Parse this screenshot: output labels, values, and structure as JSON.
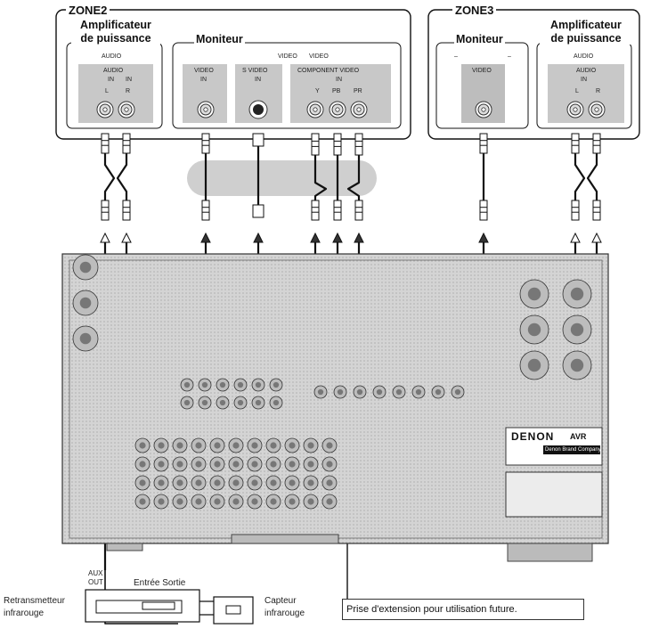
{
  "zone2": {
    "title": "ZONE2",
    "amp_title_1": "Amplificateur",
    "amp_title_2": "de puissance",
    "amp_audio_header": "AUDIO",
    "amp_audio_label": "AUDIO",
    "amp_in_1": "IN",
    "amp_in_2": "IN",
    "amp_l": "L",
    "amp_r": "R",
    "monitor_title": "Moniteur",
    "monitor_video_header": "VIDEO",
    "monitor_video_header2": "VIDEO",
    "video_label": "VIDEO",
    "video_in": "IN",
    "svideo_label": "S VIDEO",
    "svideo_in": "IN",
    "component_label": "COMPONENT VIDEO",
    "component_in": "IN",
    "comp_y": "Y",
    "comp_pb": "PB",
    "comp_pr": "PR"
  },
  "zone3": {
    "title": "ZONE3",
    "monitor_title": "Moniteur",
    "monitor_dash_l": "–",
    "monitor_dash_r": "–",
    "video_label": "VIDEO",
    "amp_title_1": "Amplificateur",
    "amp_title_2": "de puissance",
    "amp_audio_header": "AUDIO",
    "amp_audio_label": "AUDIO",
    "amp_in": "IN",
    "amp_l": "L",
    "amp_r": "R"
  },
  "receiver": {
    "brand": "DENON",
    "model": "AVR",
    "company": "Denon Brand Company"
  },
  "bottom": {
    "aux_out_1": "AUX",
    "aux_out_2": "OUT",
    "entree_sortie": "Entrée Sortie",
    "retransmetteur_1": "Retransmetteur",
    "retransmetteur_2": "infrarouge",
    "capteur_1": "Capteur",
    "capteur_2": "infrarouge",
    "callout": "Prise d'extension pour utilisation future."
  },
  "colors": {
    "line": "#111111",
    "panel_gray": "#c8c8c8",
    "receiver_fill": "#d6d6d6",
    "oval_fill": "#cfcfcf"
  }
}
